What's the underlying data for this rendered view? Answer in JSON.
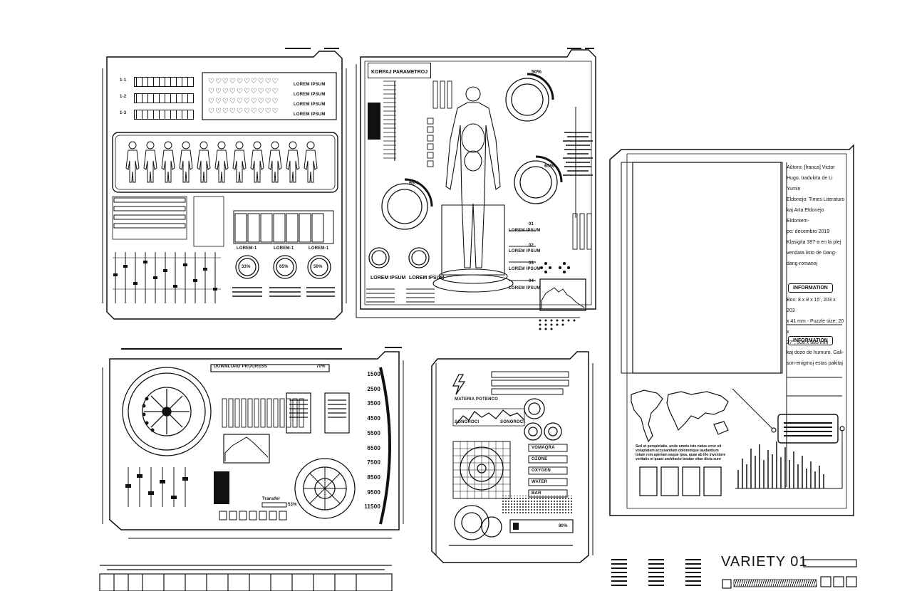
{
  "panel_a": {
    "rows": [
      "1-1",
      "1-2",
      "1-3"
    ],
    "lorem_labels": [
      "LOREM IPSUM",
      "LOREM IPSUM",
      "LOREM IPSUM",
      "LOREM IPSUM"
    ],
    "bottom_labels": [
      "LOREM-1",
      "LOREM-1",
      "LOREM-1"
    ],
    "gauges": [
      "33%",
      "65%",
      "50%"
    ]
  },
  "panel_b": {
    "title": "KORPAJ PARAMETROJ",
    "gauges": [
      "50%",
      "65%",
      "65%"
    ],
    "numbered": [
      {
        "num": "01",
        "label": "LOREM IPSUM"
      },
      {
        "num": "02",
        "label": "LOREM IPSUM"
      },
      {
        "num": "03",
        "label": "LOREM IPSUM"
      },
      {
        "num": "04",
        "label": "LOREM IPSUM"
      }
    ],
    "organ_labels": [
      "LOREM IPSUM",
      "LOREM IPSUM"
    ]
  },
  "panel_c": {
    "download_label": "DOWNLOAD PROGRESS",
    "download_pct": "70%",
    "scale": [
      "1500",
      "2500",
      "3500",
      "4500",
      "5500",
      "6500",
      "7500",
      "8500",
      "9500",
      "11500"
    ],
    "transfer_label": "Transfer",
    "transfer_pct": "53%"
  },
  "panel_d": {
    "power_label": "MATERIA POTENCO",
    "left_sub": "SONOROCI",
    "right_sub": "SONOROCI",
    "list": [
      "VOMAQRA",
      "OZONE",
      "OXYGEN",
      "WATER",
      "BAR"
    ],
    "pct": "80%"
  },
  "panel_e": {
    "credits": [
      "Aŭtoro: [franca] Victor",
      "Hugo, tradukita de Li Yumin",
      "Eldonejo: Times Literaturo",
      "kaj Arta Eldonejo Eldontem-",
      "po: decembro 2019",
      "Klasigita 397-a en la plej",
      "vendata listo de Dang-",
      "dang-romanoj"
    ],
    "info1": "INFORMATION",
    "info1_text": [
      "Box: 8 x 8 x 15', 203 x 203",
      "x 41 mm - Puzzle size: 20 x",
      "27\", 508 x 685 mm"
    ],
    "info2": "INFORMATION",
    "info2_text": [
      "kaj dozo de humuro. Gali-",
      "son-enigmoj estas pakitaj"
    ],
    "map_text": [
      "Sed ut perspiciatis, unde omnis iste natus error sit",
      "voluptatem accusantium doloremque laudantium",
      "totam rem aperiam eaque ipsa, quae ab illo inventore",
      "veritatis et quasi architecto beatae vitae dicta sunt"
    ]
  },
  "variety_label": "VARIETY 01"
}
